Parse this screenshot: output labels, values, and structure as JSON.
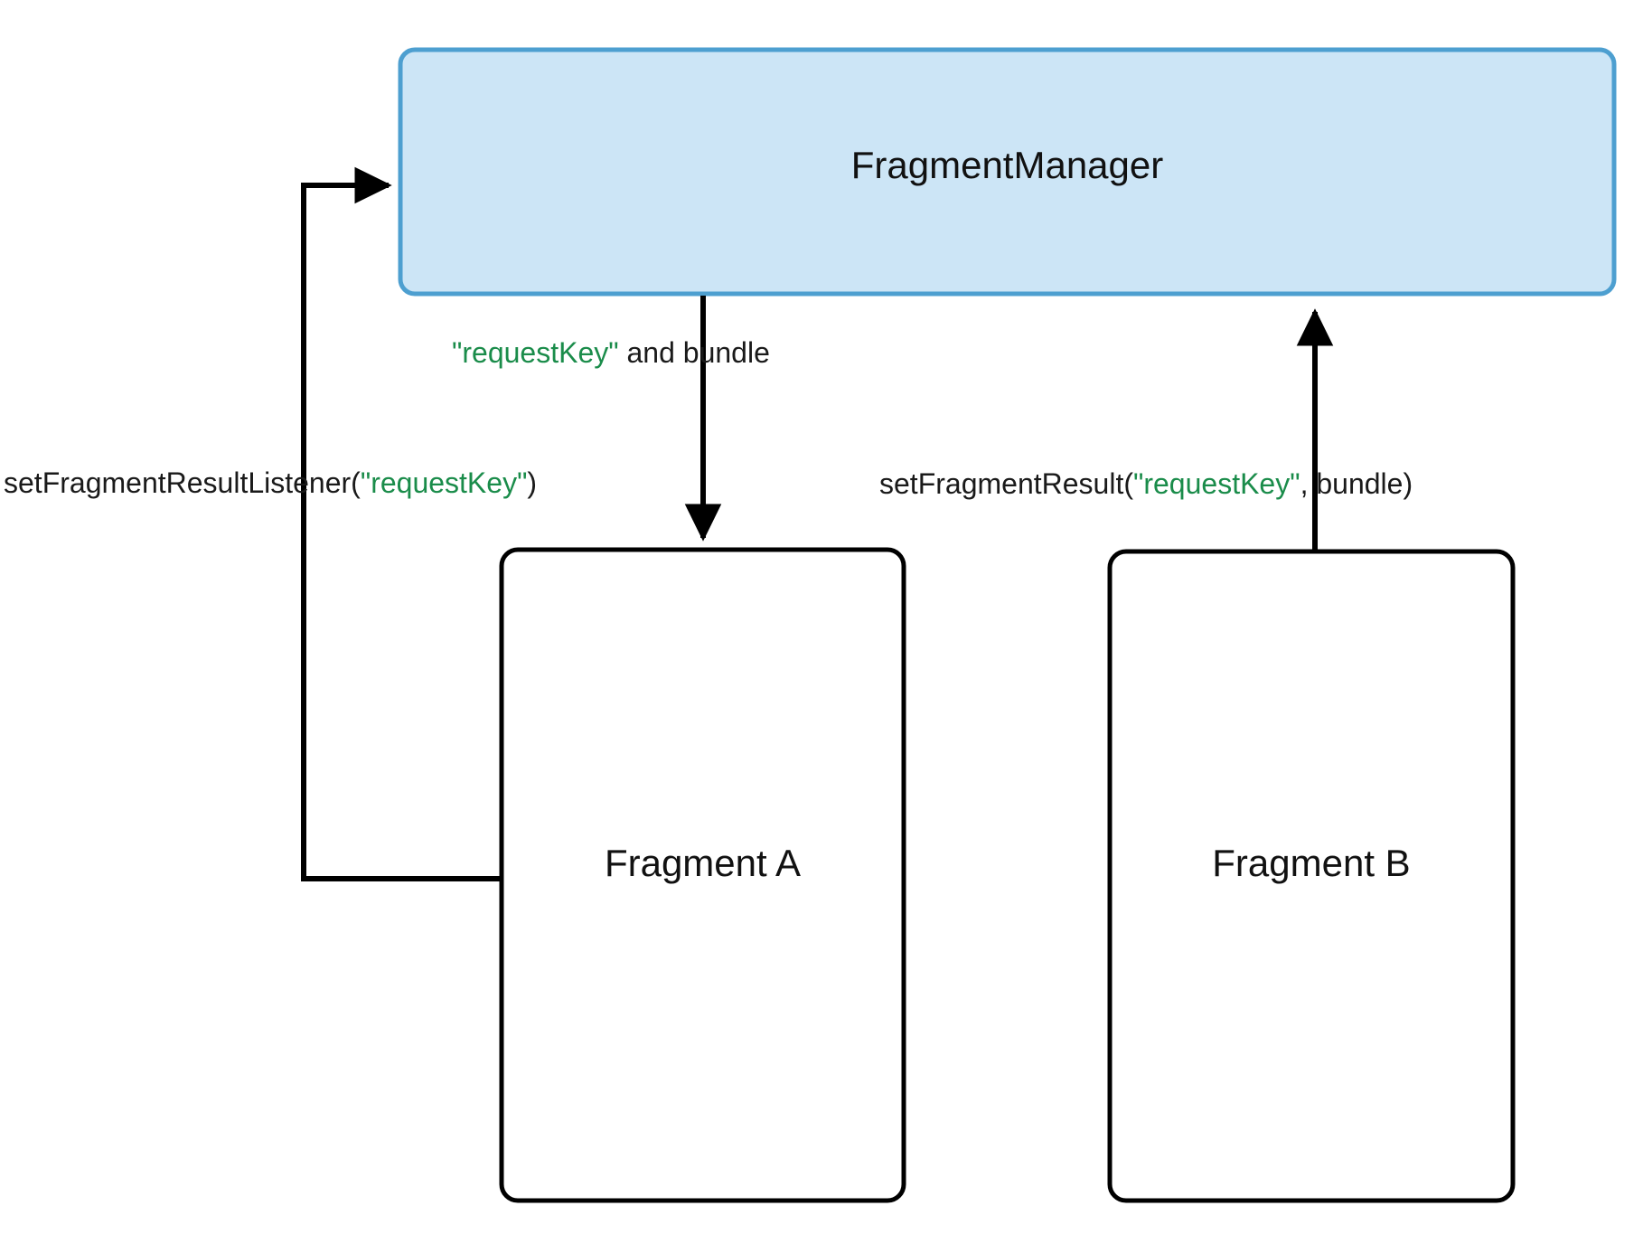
{
  "diagram": {
    "type": "flow-diagram",
    "title": "Fragment Result API communication",
    "background_color": "#ffffff",
    "nodes": [
      {
        "id": "fragment-manager",
        "label": "FragmentManager",
        "shape": "rounded-rectangle",
        "fill_color": "#cce5f6",
        "border_color": "#4d9fd0",
        "text_color": "#111111"
      },
      {
        "id": "fragment-a",
        "label": "Fragment A",
        "shape": "rounded-rectangle",
        "fill_color": "#ffffff",
        "border_color": "#000000",
        "text_color": "#111111"
      },
      {
        "id": "fragment-b",
        "label": "Fragment B",
        "shape": "rounded-rectangle",
        "fill_color": "#ffffff",
        "border_color": "#000000",
        "text_color": "#111111"
      }
    ],
    "edges": [
      {
        "id": "edge-listener",
        "from": "fragment-a",
        "to": "fragment-manager",
        "label_parts": [
          {
            "text": "setFragmentResultListener(",
            "color": "#1a1a1a"
          },
          {
            "text": "\"requestKey\"",
            "color": "#1a8c4a"
          },
          {
            "text": ")",
            "color": "#1a1a1a"
          }
        ],
        "label_plain": "setFragmentResultListener(\"requestKey\")",
        "routing": "elbow-left"
      },
      {
        "id": "edge-deliver",
        "from": "fragment-manager",
        "to": "fragment-a",
        "label_parts": [
          {
            "text": "\"requestKey\"",
            "color": "#1a8c4a"
          },
          {
            "text": " and bundle",
            "color": "#1a1a1a"
          }
        ],
        "label_plain": "\"requestKey\" and bundle",
        "routing": "straight-down"
      },
      {
        "id": "edge-set-result",
        "from": "fragment-b",
        "to": "fragment-manager",
        "label_parts": [
          {
            "text": "setFragmentResult(",
            "color": "#1a1a1a"
          },
          {
            "text": "\"requestKey\"",
            "color": "#1a8c4a"
          },
          {
            "text": ", bundle)",
            "color": "#1a1a1a"
          }
        ],
        "label_plain": "setFragmentResult(\"requestKey\", bundle)",
        "routing": "straight-up"
      }
    ],
    "colors": {
      "accent_fill": "#cce5f6",
      "accent_border": "#4d9fd0",
      "key_text": "#1a8c4a",
      "line": "#000000",
      "text": "#1a1a1a"
    }
  }
}
